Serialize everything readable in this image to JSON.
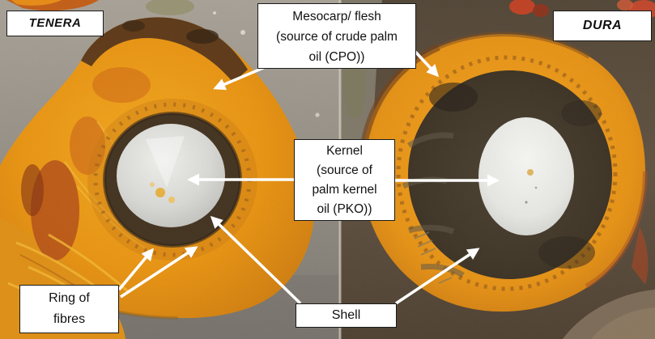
{
  "labels": {
    "tenera": "TENERA",
    "dura": "DURA",
    "mesocarp": {
      "lines": [
        "Mesocarp/ flesh",
        "(source of crude palm",
        "oil (CPO))"
      ]
    },
    "kernel": {
      "lines": [
        "Kernel",
        "(source of",
        "palm kernel",
        "oil (PKO))"
      ]
    },
    "ring_of_fibres": {
      "lines": [
        "Ring of",
        "fibres"
      ]
    },
    "shell": "Shell"
  },
  "colors": {
    "annotation_box_bg": "#ffffff",
    "annotation_box_border": "#1b1b1b",
    "annotation_text": "#111111",
    "arrow": "#ffffff",
    "mesocarp_orange": "#ec9410",
    "shell_dark_brown": "#38291a",
    "kernel_white": "#e6e5e1",
    "stone_gray_left": "#948e85",
    "background_brown_right": "#544434"
  }
}
